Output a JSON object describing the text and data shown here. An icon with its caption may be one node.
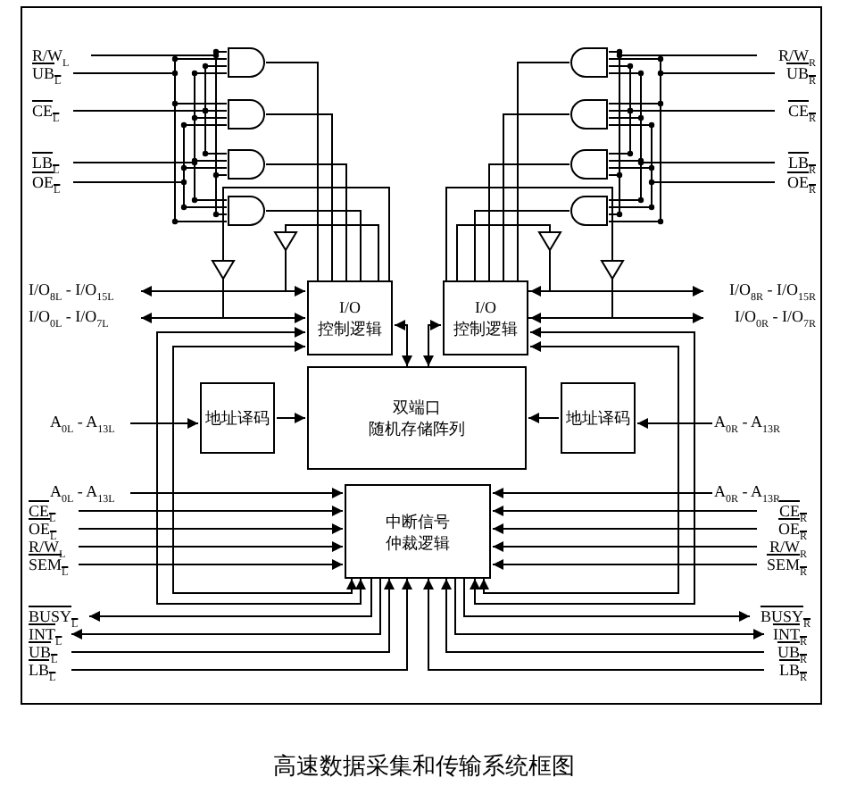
{
  "diagram": {
    "caption": "高速数据采集和传输系统框图",
    "nodes": [
      {
        "text": [
          "I/O 控制逻辑"
        ]
      },
      {
        "text": [
          "I/O 控制逻辑"
        ]
      },
      {
        "text": [
          "双端口",
          "随机存储阵列"
        ]
      },
      {
        "text": [
          "地址译码"
        ]
      },
      {
        "text": [
          "地址译码"
        ]
      },
      {
        "text": [
          "中断信号仲裁逻辑"
        ]
      },
      {
        "text": [
          "I/O$_{8L}$ - I/O$_{15L}$"
        ]
      },
      {
        "text": [
          "I/O$_{0L}$ - I/O$_{7L}$"
        ]
      },
      {
        "text": [
          "I/O$_{8R}$ - I/O$_{15R}$"
        ]
      },
      {
        "text": [
          "I/O$_{0R}$ - I/O$_{7R}$"
        ]
      },
      {
        "text": [
          "A$_{0L}$ - A$_{13L}$"
        ]
      },
      {
        "text": [
          "A$_{0R}$ - A$_{13R}$"
        ]
      },
      {
        "text": [
          "A$_{0L}$ - A$_{13L}$"
        ]
      },
      {
        "text": [
          "CE$_{L}$"
        ]
      },
      {
        "text": [
          "OE$_{L}$"
        ]
      },
      {
        "text": [
          "R/W$_{L}$"
        ]
      },
      {
        "text": [
          "SEM$_{L}$"
        ]
      },
      {
        "text": [
          "BUSY$_{L}$"
        ]
      },
      {
        "text": [
          "INT$_{L}$"
        ]
      },
      {
        "text": [
          "UB$_{L}$"
        ]
      },
      {
        "text": [
          "LB$_{L}$"
        ]
      },
      {
        "text": [
          "A$_{0R}$ - A$_{13R}$"
        ]
      },
      {
        "text": [
          "CE$_{R}$"
        ]
      },
      {
        "text": [
          "OE$_{R}$"
        ]
      },
      {
        "text": [
          "R/W$_{R}$"
        ]
      },
      {
        "text": [
          "SEM$_{R}$"
        ]
      },
      {
        "text": [
          "BUSY$_{R}$"
        ]
      },
      {
        "text": [
          "INT$_{R}$"
        ]
      },
      {
        "text": [
          "UB$_{R}$"
        ]
      },
      {
        "text": [
          "LB$_{R}$"
        ]
      },
      {
        "text": [],
        "shape": "gate"
      },
      {
        "text": [],
        "shape": "gate"
      },
      {
        "text": [],
        "shape": "gate"
      },
      {
        "text": [],
        "shape": "gate"
      },
      {
        "text": [],
        "shape": "gate"
      },
      {
        "text": [],
        "shape": "gate"
      },
      {
        "text": [],
        "shape": "gate"
      },
      {
        "text": [],
        "shape": "gate"
      },
      {
        "text": [],
        "shape": "triangle"
      },
      {
        "text": [],
        "shape": "triangle"
      },
      {
        "text": [],
        "shape": "triangle"
      },
      {
        "text": [],
        "shape": "triangle"
      },
      {
        "text": [
          "R/W$_{L}$"
        ]
      },
      {
        "text": [
          "UB$_{L}$"
        ]
      },
      {
        "text": [
          "CE$_{L}$"
        ]
      },
      {
        "text": [
          "LB$_{L}$"
        ]
      },
      {
        "text": [
          "OE$_{L}$"
        ]
      },
      {
        "text": [
          "R/W$_{R}$"
        ]
      },
      {
        "text": [
          "UB$_{R}$"
        ]
      },
      {
        "text": [
          "CE$_{R}$"
        ]
      },
      {
        "text": [
          "LB$_{R}$"
        ]
      },
      {
        "text": [
          "OE$_{R}$"
        ]
      }
    ],
    "edges": [
      {
        "from": 6,
        "to": 0,
        "arrow": "both"
      },
      {
        "from": 7,
        "to": 0,
        "arrow": "both"
      },
      {
        "from": 8,
        "to": 1,
        "arrow": "both"
      },
      {
        "from": 9,
        "to": 1,
        "arrow": "both"
      },
      {
        "from": 10,
        "to": 3,
        "arrow": "to"
      },
      {
        "from": 11,
        "to": 4,
        "arrow": "to"
      },
      {
        "from": 3,
        "to": 2,
        "arrow": "to"
      },
      {
        "from": 4,
        "to": 2,
        "arrow": "to"
      },
      {
        "from": 0,
        "to": 2,
        "arrow": "both"
      },
      {
        "from": 1,
        "to": 2,
        "arrow": "both"
      },
      {
        "from": 12,
        "to": 5,
        "arrow": "to"
      },
      {
        "from": 13,
        "to": 5,
        "arrow": "to"
      },
      {
        "from": 14,
        "to": 5,
        "arrow": "to"
      },
      {
        "from": 15,
        "to": 5,
        "arrow": "to"
      },
      {
        "from": 16,
        "to": 5,
        "arrow": "to"
      },
      {
        "from": 5,
        "to": 17,
        "arrow": "to"
      },
      {
        "from": 5,
        "to": 18,
        "arrow": "to"
      },
      {
        "from": 19,
        "to": 5,
        "arrow": "to"
      },
      {
        "from": 20,
        "to": 5,
        "arrow": "to"
      },
      {
        "from": 0,
        "to": 5,
        "arrow": "both"
      },
      {
        "from": 0,
        "to": 5,
        "arrow": "both"
      },
      {
        "from": 21,
        "to": 5,
        "arrow": "to"
      },
      {
        "from": 22,
        "to": 5,
        "arrow": "to"
      },
      {
        "from": 23,
        "to": 5,
        "arrow": "to"
      },
      {
        "from": 24,
        "to": 5,
        "arrow": "to"
      },
      {
        "from": 25,
        "to": 5,
        "arrow": "to"
      },
      {
        "from": 5,
        "to": 26,
        "arrow": "to"
      },
      {
        "from": 5,
        "to": 27,
        "arrow": "to"
      },
      {
        "from": 28,
        "to": 5,
        "arrow": "to"
      },
      {
        "from": 29,
        "to": 5,
        "arrow": "to"
      },
      {
        "from": 1,
        "to": 5,
        "arrow": "both"
      },
      {
        "from": 1,
        "to": 5,
        "arrow": "both"
      },
      {
        "from": 30,
        "to": 0,
        "arrow": "none"
      },
      {
        "from": 31,
        "to": 0,
        "arrow": "none"
      },
      {
        "from": 32,
        "to": 0,
        "arrow": "none"
      },
      {
        "from": 33,
        "to": 0,
        "arrow": "none"
      },
      {
        "from": 34,
        "to": 1,
        "arrow": "none"
      },
      {
        "from": 35,
        "to": 1,
        "arrow": "none"
      },
      {
        "from": 36,
        "to": 1,
        "arrow": "none"
      },
      {
        "from": 37,
        "to": 1,
        "arrow": "none"
      },
      {
        "from": 0,
        "to": 38,
        "arrow": "none"
      },
      {
        "from": 0,
        "to": 39,
        "arrow": "none"
      },
      {
        "from": 1,
        "to": 40,
        "arrow": "none"
      },
      {
        "from": 1,
        "to": 41,
        "arrow": "none"
      },
      {
        "from": 38,
        "to": 0,
        "arrow": "none"
      },
      {
        "from": 39,
        "to": 0,
        "arrow": "none"
      },
      {
        "from": 40,
        "to": 1,
        "arrow": "none"
      },
      {
        "from": 41,
        "to": 1,
        "arrow": "none"
      },
      {
        "from": 42,
        "to": 30,
        "arrow": "none"
      },
      {
        "from": 43,
        "to": 30,
        "arrow": "none"
      },
      {
        "from": 44,
        "to": 30,
        "arrow": "none"
      },
      {
        "from": 45,
        "to": 30,
        "arrow": "none"
      },
      {
        "from": 43,
        "to": 31,
        "arrow": "none"
      },
      {
        "from": 44,
        "to": 31,
        "arrow": "none"
      },
      {
        "from": 45,
        "to": 31,
        "arrow": "none"
      },
      {
        "from": 46,
        "to": 31,
        "arrow": "none"
      },
      {
        "from": 44,
        "to": 32,
        "arrow": "none"
      },
      {
        "from": 45,
        "to": 32,
        "arrow": "none"
      },
      {
        "from": 46,
        "to": 32,
        "arrow": "none"
      },
      {
        "from": 42,
        "to": 32,
        "arrow": "none"
      },
      {
        "from": 45,
        "to": 33,
        "arrow": "none"
      },
      {
        "from": 46,
        "to": 33,
        "arrow": "none"
      },
      {
        "from": 42,
        "to": 33,
        "arrow": "none"
      },
      {
        "from": 43,
        "to": 33,
        "arrow": "none"
      },
      {
        "from": 47,
        "to": 34,
        "arrow": "none"
      },
      {
        "from": 48,
        "to": 34,
        "arrow": "none"
      },
      {
        "from": 49,
        "to": 34,
        "arrow": "none"
      },
      {
        "from": 50,
        "to": 34,
        "arrow": "none"
      },
      {
        "from": 48,
        "to": 35,
        "arrow": "none"
      },
      {
        "from": 49,
        "to": 35,
        "arrow": "none"
      },
      {
        "from": 50,
        "to": 35,
        "arrow": "none"
      },
      {
        "from": 51,
        "to": 35,
        "arrow": "none"
      },
      {
        "from": 49,
        "to": 36,
        "arrow": "none"
      },
      {
        "from": 50,
        "to": 36,
        "arrow": "none"
      },
      {
        "from": 51,
        "to": 36,
        "arrow": "none"
      },
      {
        "from": 47,
        "to": 36,
        "arrow": "none"
      },
      {
        "from": 50,
        "to": 37,
        "arrow": "none"
      },
      {
        "from": 51,
        "to": 37,
        "arrow": "none"
      },
      {
        "from": 47,
        "to": 37,
        "arrow": "none"
      },
      {
        "from": 48,
        "to": 37,
        "arrow": "none"
      }
    ]
  }
}
